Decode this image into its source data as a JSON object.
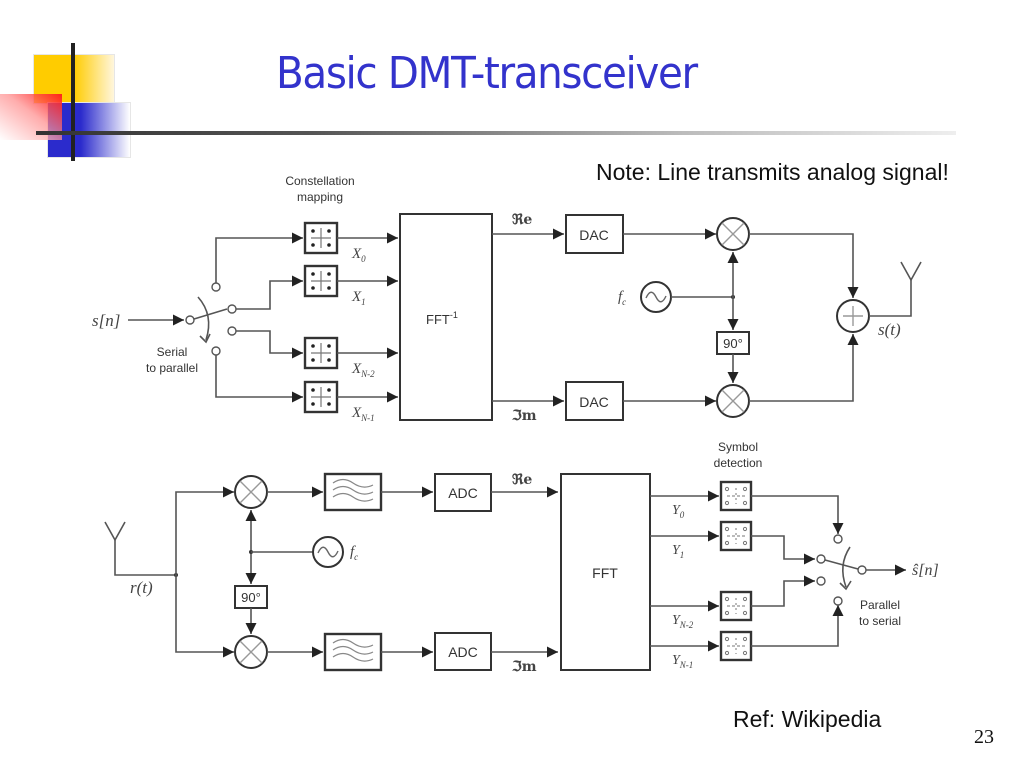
{
  "slide": {
    "title": "Basic DMT-transceiver",
    "note": "Note: Line transmits analog signal!",
    "reference": "Ref: Wikipedia",
    "page_number": "23"
  },
  "transmitter": {
    "input_label": "s[n]",
    "switch_label_line1": "Serial",
    "switch_label_line2": "to parallel",
    "mapping_header_line1": "Constellation",
    "mapping_header_line2": "mapping",
    "channels": [
      {
        "symbol": "X",
        "subscript": "0"
      },
      {
        "symbol": "X",
        "subscript": "1"
      },
      {
        "symbol": "X",
        "subscript": "N-2"
      },
      {
        "symbol": "X",
        "subscript": "N-1"
      }
    ],
    "ifft_label": "FFT",
    "ifft_superscript": "-1",
    "real_label": "ℜe",
    "imag_label": "ℑm",
    "dac_label": "DAC",
    "carrier_label": "f",
    "carrier_subscript": "c",
    "phase_shift_label": "90°",
    "output_label": "s(t)"
  },
  "receiver": {
    "input_label": "r(t)",
    "carrier_label": "f",
    "carrier_subscript": "c",
    "phase_shift_label": "90°",
    "adc_label": "ADC",
    "real_label": "ℜe",
    "imag_label": "ℑm",
    "fft_label": "FFT",
    "detection_header_line1": "Symbol",
    "detection_header_line2": "detection",
    "channels": [
      {
        "symbol": "Y",
        "subscript": "0"
      },
      {
        "symbol": "Y",
        "subscript": "1"
      },
      {
        "symbol": "Y",
        "subscript": "N-2"
      },
      {
        "symbol": "Y",
        "subscript": "N-1"
      }
    ],
    "switch_label_line1": "Parallel",
    "switch_label_line2": "to serial",
    "output_label": "ŝ[n]"
  }
}
